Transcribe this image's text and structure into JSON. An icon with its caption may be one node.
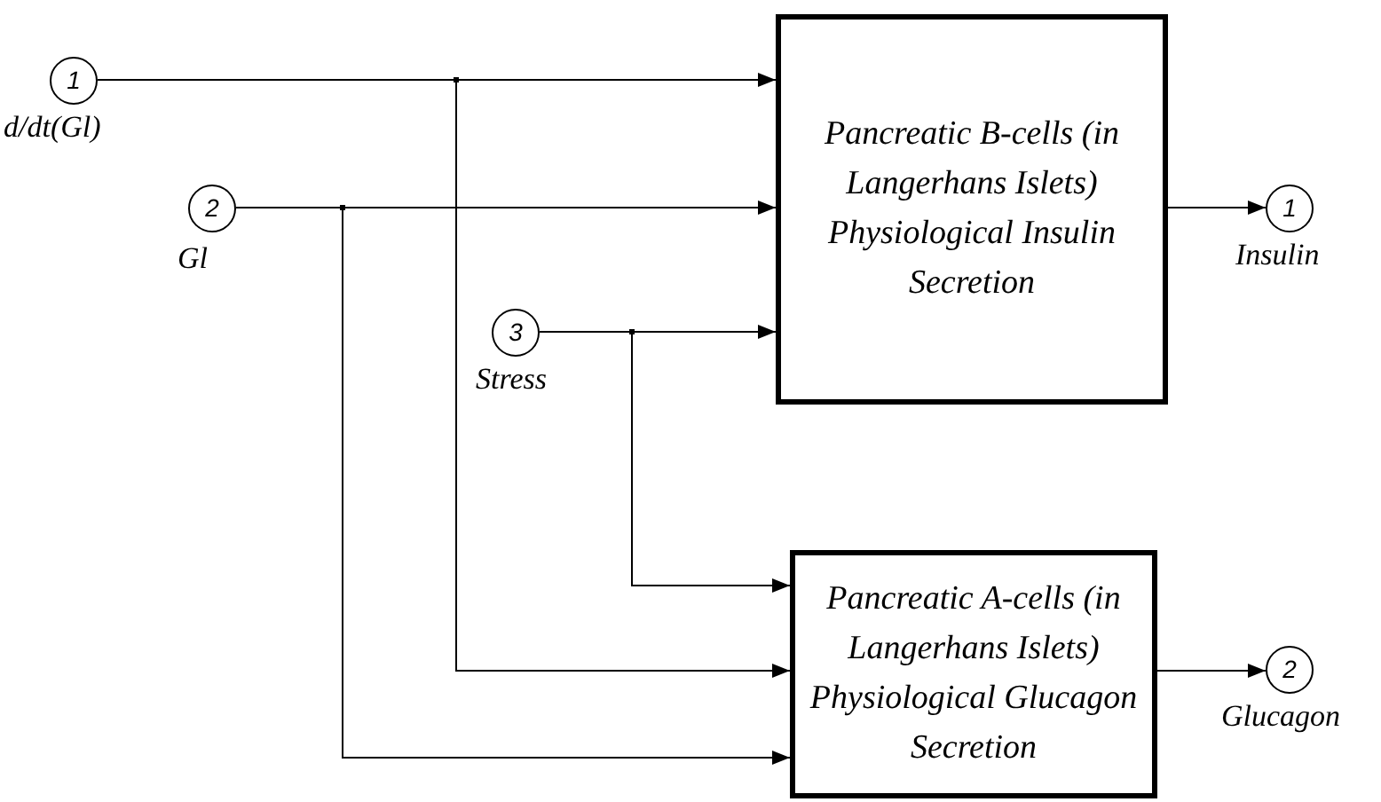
{
  "diagram": {
    "nodes": [
      {
        "text": [
          "1"
        ],
        "beside": [
          "d/dt(Gl)"
        ]
      },
      {
        "text": [
          "2"
        ],
        "beside": [
          "Gl"
        ]
      },
      {
        "text": [
          "3"
        ],
        "beside": [
          "Stress"
        ]
      },
      {
        "text": [
          "Pancreatic B-cells (in Langerhans Islets) Physiological Insulin Secretion"
        ]
      },
      {
        "text": [
          "1"
        ],
        "beside": [
          "Insulin"
        ]
      },
      {
        "text": [
          "Pancreatic A-cells (in Langerhans Islets) Physiological Glucagon Secretion"
        ]
      },
      {
        "text": [
          "2"
        ],
        "beside": [
          "Glucagon"
        ]
      }
    ],
    "edges": [
      {
        "from": 0,
        "to": 3,
        "arrow": "to"
      },
      {
        "from": 0,
        "to": 5,
        "arrow": "to"
      },
      {
        "from": 1,
        "to": 3,
        "arrow": "to"
      },
      {
        "from": 1,
        "to": 5,
        "arrow": "to"
      },
      {
        "from": 2,
        "to": 3,
        "arrow": "to"
      },
      {
        "from": 2,
        "to": 5,
        "arrow": "to"
      },
      {
        "from": 3,
        "to": 4,
        "arrow": "to"
      },
      {
        "from": 5,
        "to": 6,
        "arrow": "to"
      }
    ]
  }
}
